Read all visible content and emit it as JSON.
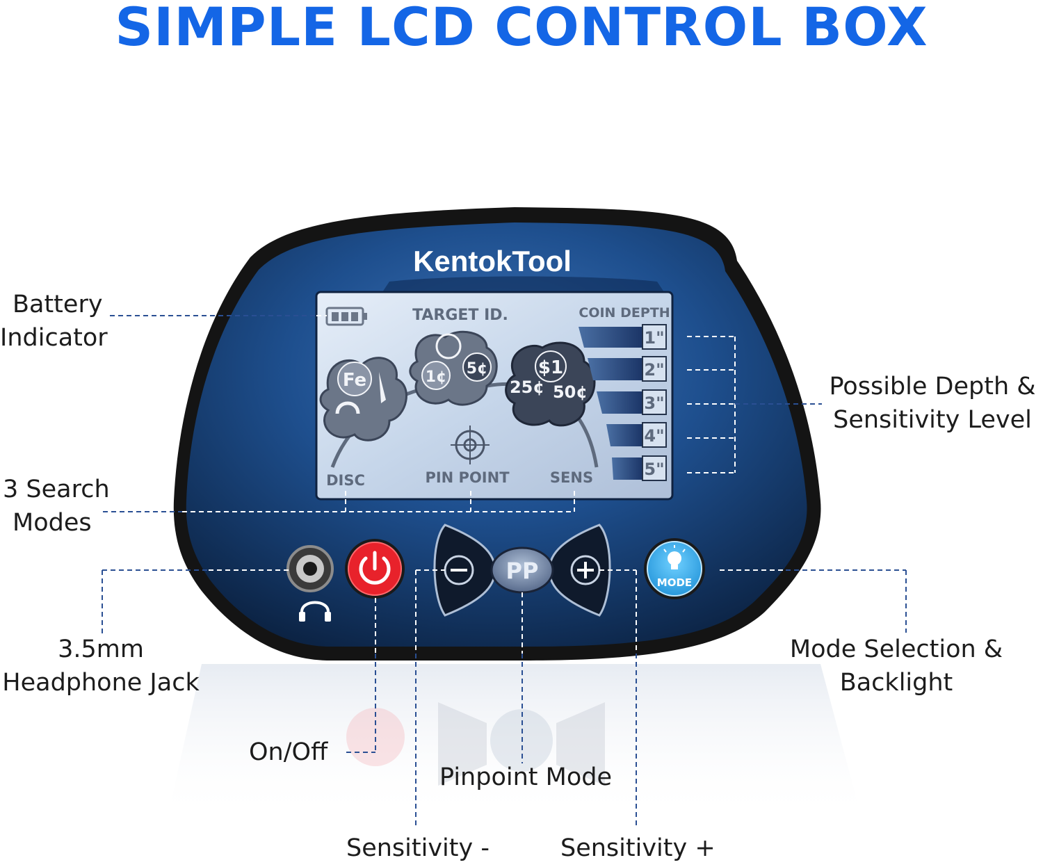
{
  "headline": "SIMPLE LCD CONTROL BOX",
  "brand": "KentokTool",
  "lcd": {
    "target_id": "TARGET ID.",
    "coin_depth": "COIN DEPTH",
    "depth_levels": [
      "1\"",
      "2\"",
      "3\"",
      "4\"",
      "5\""
    ],
    "coins": {
      "fe": "Fe",
      "one_cent": "1¢",
      "five_cent": "5¢",
      "dollar": "$1",
      "quarter": "25¢",
      "half": "50¢"
    },
    "modes": {
      "disc": "DISC",
      "pinpoint": "PIN POINT",
      "sens": "SENS"
    }
  },
  "buttons": {
    "pp": "PP",
    "mode": "MODE"
  },
  "callouts": {
    "battery": [
      "Battery",
      "Indicator"
    ],
    "search_modes": [
      "3 Search",
      "Modes"
    ],
    "headphone": [
      "3.5mm",
      "Headphone Jack"
    ],
    "onoff": "On/Off",
    "pinpoint": "Pinpoint Mode",
    "sens_minus": "Sensitivity -",
    "sens_plus": "Sensitivity +",
    "depth": [
      "Possible Depth &",
      "Sensitivity Level"
    ],
    "mode_sel": [
      "Mode Selection &",
      "Backlight"
    ]
  },
  "colors": {
    "headline": "#1466e6",
    "power_button": "#e8222b",
    "mode_button": "#2aa8e6",
    "lcd_background": "#c9d8ea",
    "body_blue": "#1a4d8c"
  }
}
